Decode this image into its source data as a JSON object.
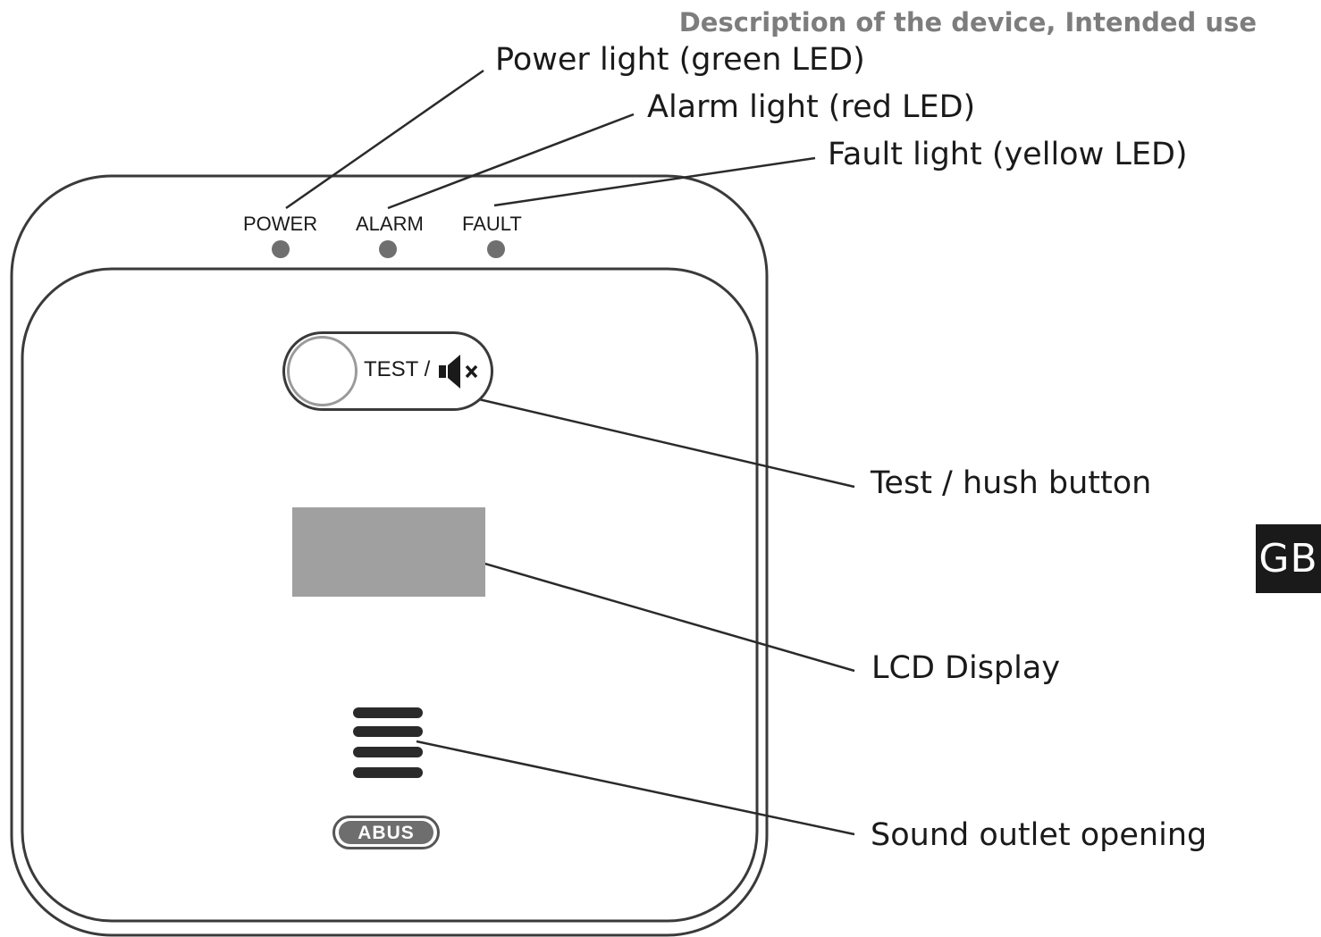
{
  "header": {
    "title": "Description of the device, Intended use"
  },
  "callouts": {
    "power": "Power light (green LED)",
    "alarm": "Alarm light (red LED)",
    "fault": "Fault light (yellow LED)",
    "test_button": "Test / hush button",
    "lcd": "LCD Display",
    "sound_outlet": "Sound outlet opening"
  },
  "device": {
    "led_labels": {
      "power": "POWER",
      "alarm": "ALARM",
      "fault": "FAULT"
    },
    "test_button_label": "TEST /",
    "brand": "ABUS"
  },
  "language_tab": "GB",
  "icons": [
    "speaker-mute-icon"
  ],
  "colors": {
    "header_text": "#7d7d7d",
    "lcd_fill": "#a0a0a0",
    "led_fill": "#6f6f6f",
    "lang_tab_bg": "#1a1a1a"
  }
}
